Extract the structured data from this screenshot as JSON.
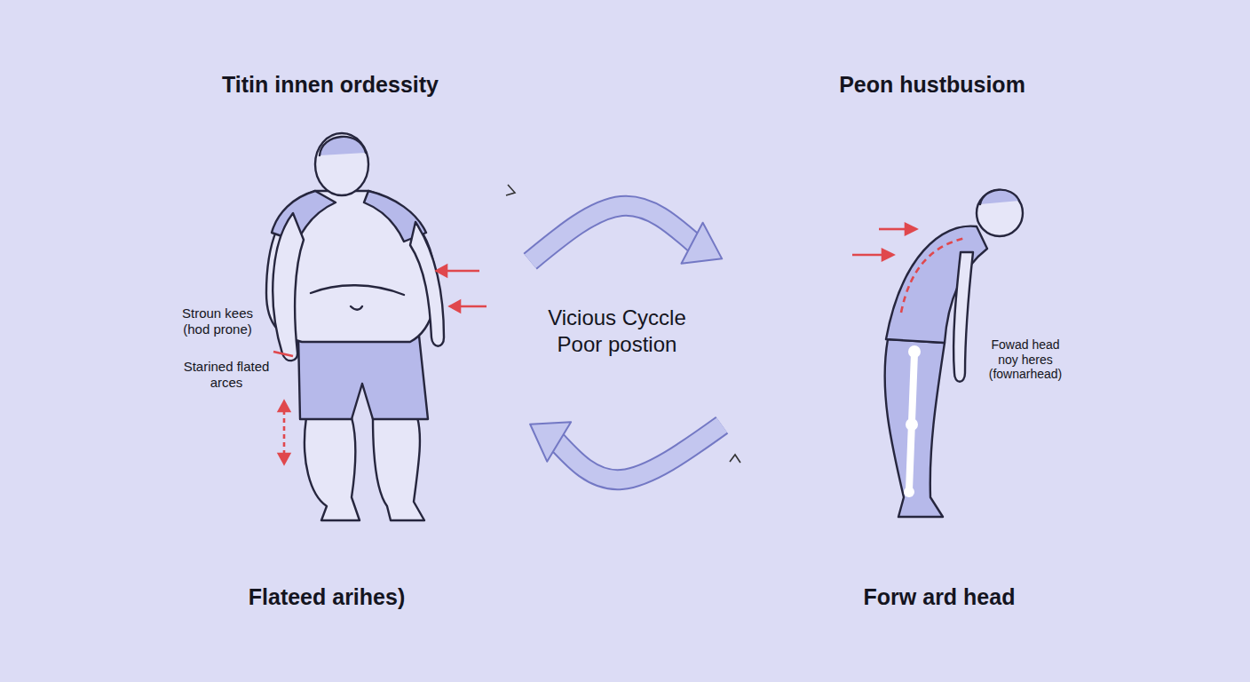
{
  "diagram": {
    "nodes": [
      {
        "text": [
          "Titin innen ordessity",
          "Stroun kees (hod prone)",
          "Starined flated arces",
          "Flateed arihes)"
        ]
      },
      {
        "text": [
          "Peon hustbusiom",
          "Fowad head noy heres (fownarhead)",
          "Forw ard head"
        ]
      }
    ],
    "edges": [
      {
        "from": 0,
        "to": 1,
        "arrow": "to"
      },
      {
        "from": 1,
        "to": 0,
        "arrow": "to"
      }
    ],
    "labels": [
      "Vicious Cyccle Poor postion"
    ]
  }
}
